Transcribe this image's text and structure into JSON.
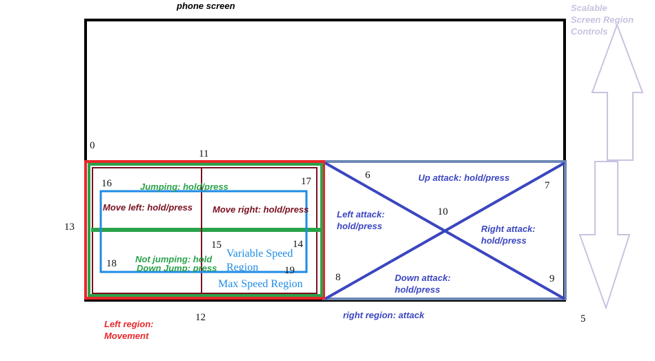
{
  "title": "phone screen",
  "scalable_label": [
    "Scalable",
    "Screen Region",
    "Controls"
  ],
  "left_region_label": [
    "Left region:",
    "Movement"
  ],
  "right_region_label": "right region: attack",
  "jumping": "Jumping: hold/press",
  "move_left": "Move left: hold/press",
  "move_right": "Move right: hold/press",
  "not_jumping": "Not jumping: hold",
  "down_jump": "Down Jump: press",
  "variable_speed": [
    "Variable Speed",
    "Region"
  ],
  "max_speed": "Max Speed Region",
  "up_attack": "Up attack: hold/press",
  "left_attack": [
    "Left attack:",
    "hold/press"
  ],
  "right_attack": [
    "Right attack:",
    "hold/press"
  ],
  "down_attack": [
    "Down attack:",
    "hold/press"
  ],
  "numbers": {
    "n0": "0",
    "n5": "5",
    "n6": "6",
    "n7": "7",
    "n8": "8",
    "n9": "9",
    "n10": "10",
    "n11": "11",
    "n12": "12",
    "n13": "13",
    "n14": "14",
    "n15": "15",
    "n16": "16",
    "n17": "17",
    "n18": "18",
    "n19": "19"
  },
  "colors": {
    "screen": "#000000",
    "left_region": "#e8282b",
    "jump_region": "#2aa24a",
    "move_region": "#7a1020",
    "speed_region": "#1e8be6",
    "attack_region": "#6e87b5",
    "attack_lines": "#3b46c0",
    "arrow": "#c8c3e0"
  }
}
